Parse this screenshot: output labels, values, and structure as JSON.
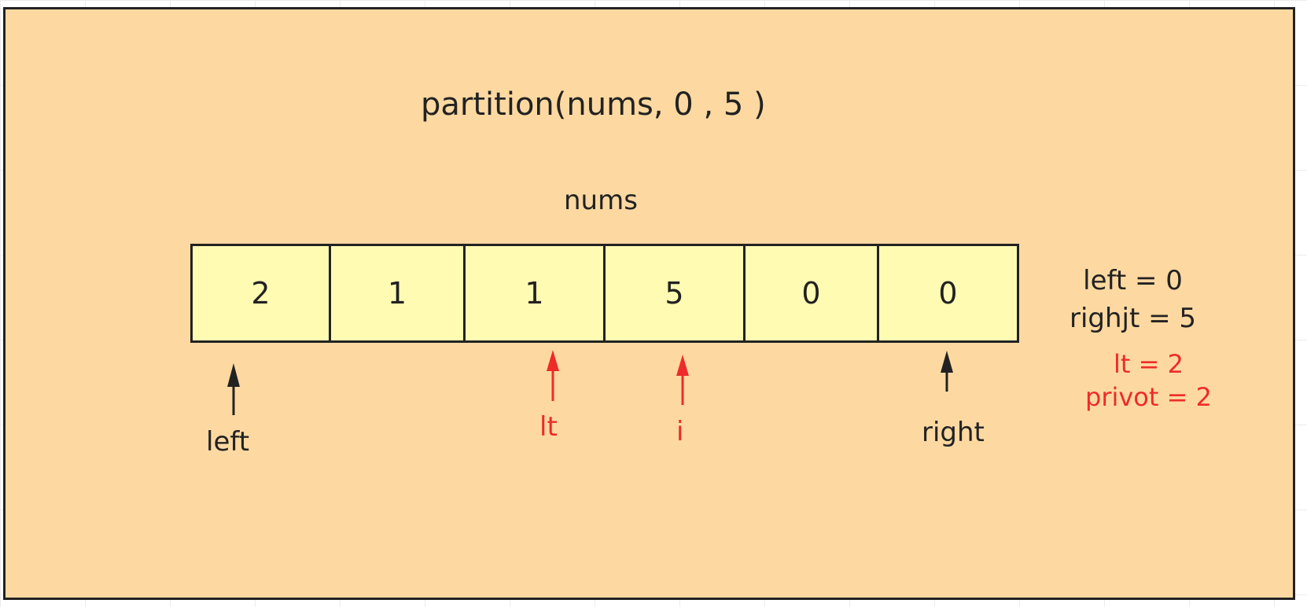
{
  "title": "partition(nums, 0 , 5 )",
  "array": {
    "name": "nums",
    "values": [
      "2",
      "1",
      "1",
      "5",
      "0",
      "0"
    ]
  },
  "pointers": {
    "left": "left",
    "lt": "lt",
    "i": "i",
    "right": "right"
  },
  "variables": {
    "left_line": "left = 0",
    "right_line": "righjt = 5",
    "lt_line": "lt = 2",
    "pivot_line": "privot = 2"
  },
  "colors": {
    "panel": "#fdd9a1",
    "cell": "#fffbb3",
    "ink": "#222222",
    "highlight": "#ee2b2b"
  }
}
